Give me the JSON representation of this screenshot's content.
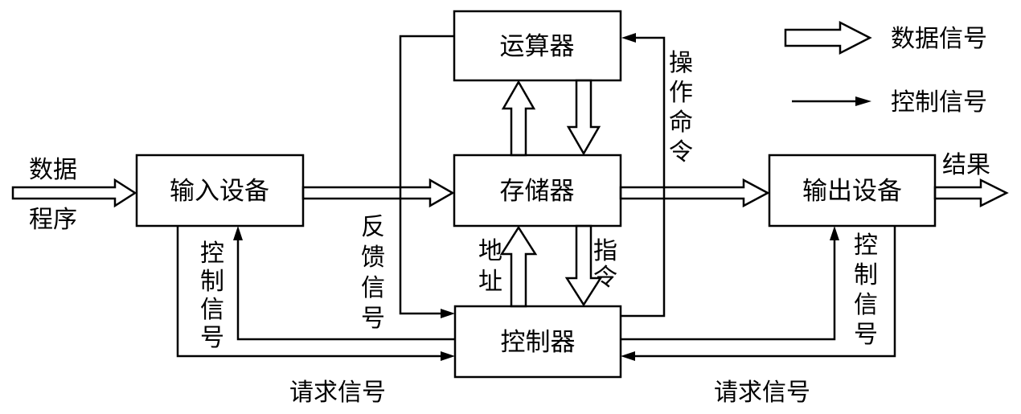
{
  "legend": {
    "data_signal": "数据信号",
    "control_signal": "控制信号"
  },
  "boxes": {
    "alu": "运算器",
    "memory": "存储器",
    "controller": "控制器",
    "input": "输入设备",
    "output": "输出设备"
  },
  "labels": {
    "data": "数据",
    "program": "程序",
    "result": "结果",
    "operation_command_chars": [
      "操",
      "作",
      "命",
      "令"
    ],
    "feedback_signal_chars": [
      "反",
      "馈",
      "信",
      "号"
    ],
    "address_chars": [
      "地",
      "址"
    ],
    "instruction_chars": [
      "指",
      "令"
    ],
    "control_signal_chars": [
      "控",
      "制",
      "信",
      "号"
    ],
    "request_signal": "请求信号"
  },
  "colors": {
    "stroke": "#000000",
    "background": "#ffffff"
  }
}
